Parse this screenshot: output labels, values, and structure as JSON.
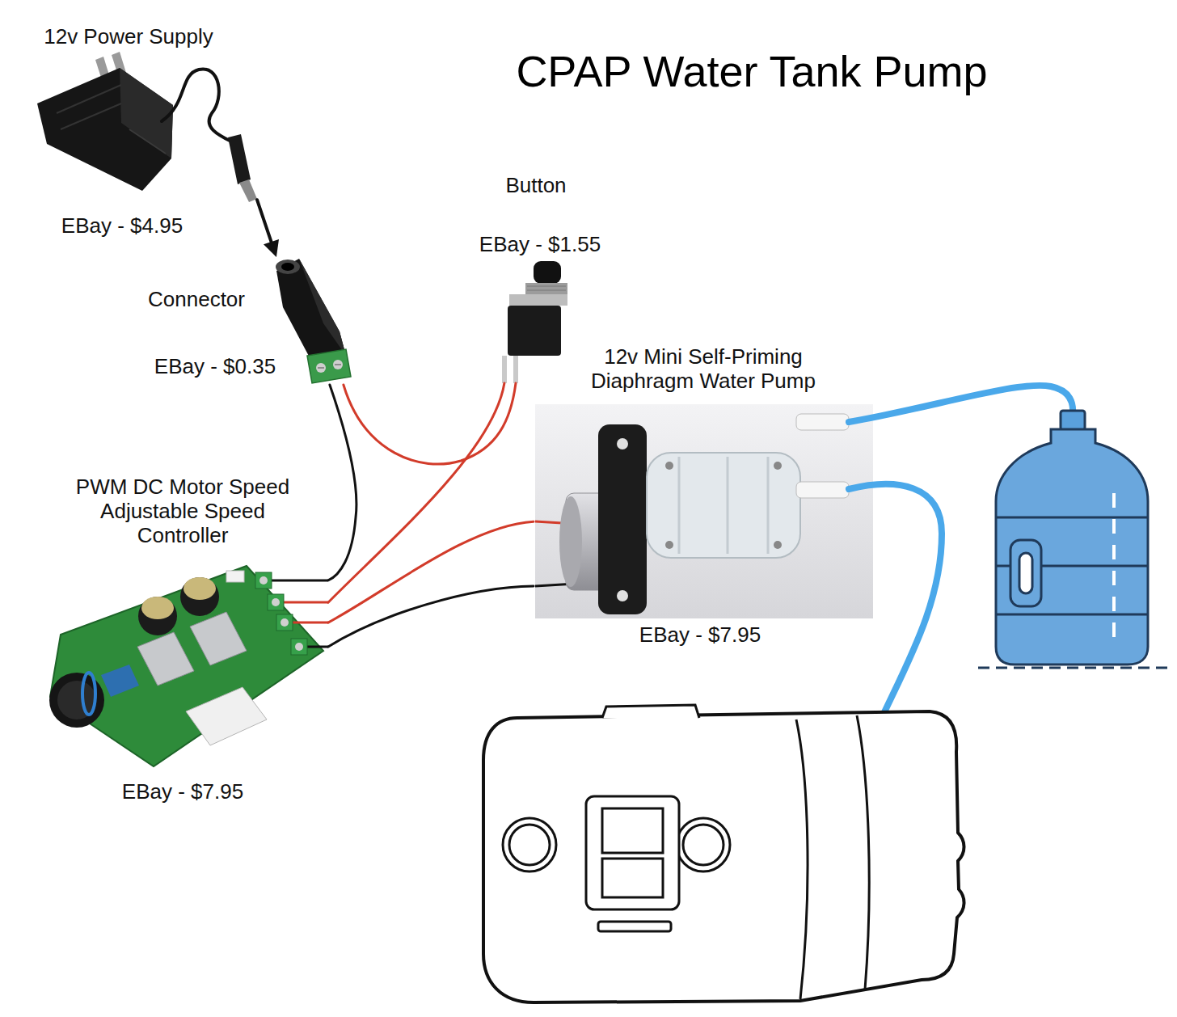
{
  "diagram": {
    "title": "CPAP Water Tank Pump",
    "nodes": [
      {
        "text": [
          "12v Power Supply",
          "EBay - $4.95"
        ]
      },
      {
        "text": [
          "Button",
          "EBay - $1.55"
        ]
      },
      {
        "text": [
          "Connector",
          "EBay - $0.35"
        ]
      },
      {
        "text": [
          "12v Mini Self-Priming Diaphragm Water Pump",
          "EBay - $7.95"
        ]
      },
      {
        "text": [
          "PWM DC Motor Speed Adjustable Speed Controller",
          "EBay - $7.95"
        ]
      }
    ],
    "edges": [
      {
        "from": 0,
        "to": 2,
        "arrow": "to"
      },
      {
        "from": 2,
        "to": 4,
        "arrow": "none"
      },
      {
        "from": 2,
        "to": 1,
        "arrow": "none"
      },
      {
        "from": 1,
        "to": 4,
        "arrow": "none"
      },
      {
        "from": 4,
        "to": 3,
        "arrow": "none"
      },
      {
        "from": 4,
        "to": 3,
        "arrow": "none"
      }
    ]
  }
}
